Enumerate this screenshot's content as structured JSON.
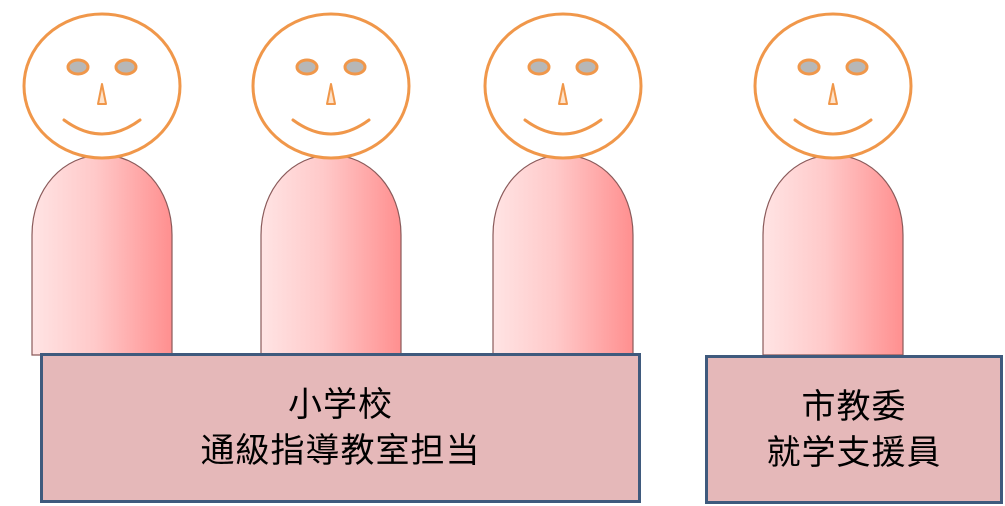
{
  "colors": {
    "face_stroke": "#f0974a",
    "face_fill": "#ffffff",
    "eye_inner": "#b7b7b7",
    "body_edge": "#ff8f8f",
    "body_light": "#ffe4e4",
    "body_stroke": "#8a5a5a",
    "box_fill": "#e5b8b9",
    "box_border": "#3f5a7d"
  },
  "groups": [
    {
      "people_count": 3,
      "line1": "小学校",
      "line2": "通級指導教室担当"
    },
    {
      "people_count": 1,
      "line1": "市教委",
      "line2": "就学支援員"
    }
  ]
}
